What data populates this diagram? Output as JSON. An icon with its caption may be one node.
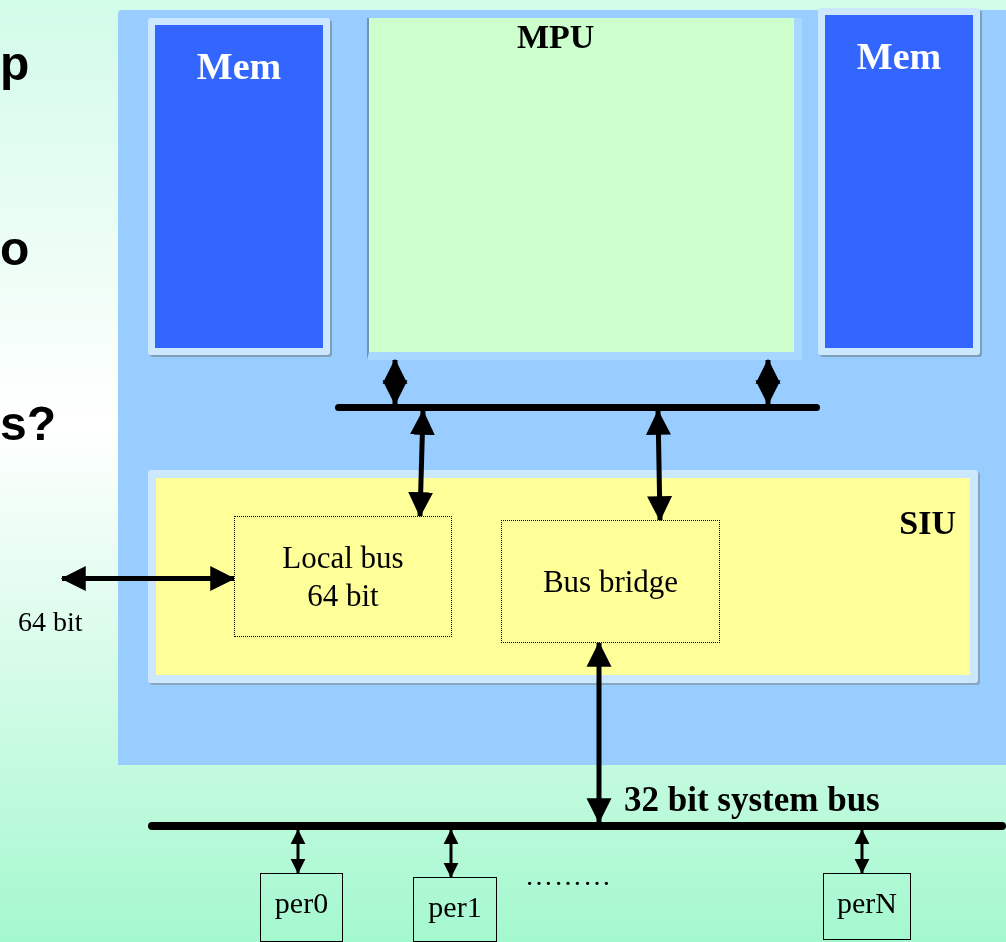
{
  "diagram": {
    "nodes": [
      {
        "text": [],
        "shape": "box"
      },
      {
        "text": [
          "Mem"
        ],
        "in": 0
      },
      {
        "text": [
          "MPU"
        ],
        "in": 0
      },
      {
        "text": [
          "Mem"
        ],
        "in": 0
      },
      {
        "text": [],
        "shape": "bar",
        "in": 0
      },
      {
        "text": [
          "SIU"
        ],
        "in": 0
      },
      {
        "text": [
          "Local bus 64 bit"
        ],
        "in": 5
      },
      {
        "text": [
          "Bus bridge"
        ],
        "in": 5
      },
      {
        "text": [],
        "shape": "bar",
        "beside": [
          "32 bit system bus"
        ]
      },
      {
        "text": [
          "per0"
        ]
      },
      {
        "text": [
          "per1"
        ]
      },
      {
        "text": [
          "perN"
        ]
      }
    ],
    "edges": [
      {
        "from": 2,
        "to": 4,
        "arrow": "both"
      },
      {
        "from": 2,
        "to": 4,
        "arrow": "both"
      },
      {
        "from": 4,
        "to": 6,
        "arrow": "both"
      },
      {
        "from": 4,
        "to": 7,
        "arrow": "both"
      },
      {
        "from": null,
        "to": 6,
        "arrow": "both",
        "label": "64 bit"
      },
      {
        "from": 7,
        "to": 8,
        "arrow": "both"
      },
      {
        "from": 8,
        "to": 9,
        "arrow": "both"
      },
      {
        "from": 8,
        "to": 10,
        "arrow": "both"
      },
      {
        "from": 8,
        "to": 11,
        "arrow": "both"
      }
    ],
    "labels": [
      "p",
      "o",
      "s?",
      "………"
    ]
  }
}
